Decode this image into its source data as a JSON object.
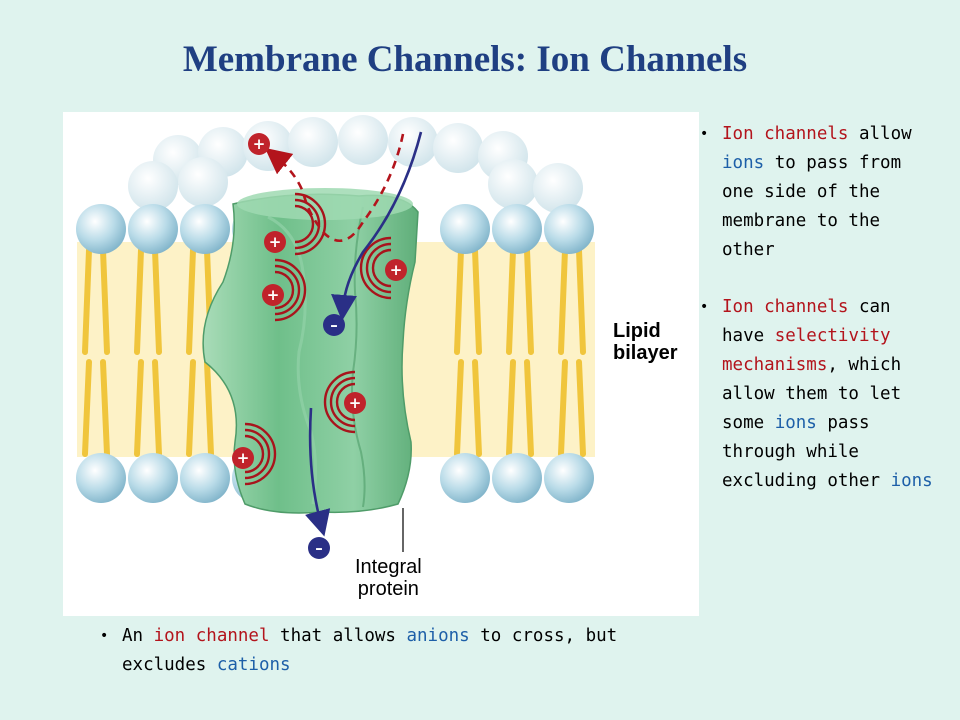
{
  "slide": {
    "title": "Membrane Channels: Ion Channels"
  },
  "figure": {
    "lipid_label_line1": "Lipid",
    "lipid_label_line2": "bilayer",
    "protein_label_line1": "Integral",
    "protein_label_line2": "protein",
    "cation_symbol": "+",
    "anion_symbol": "–"
  },
  "bullets": [
    {
      "segments": [
        {
          "text": "Ion channels",
          "color": "red"
        },
        {
          "text": " allow ",
          "color": "black"
        },
        {
          "text": "ions",
          "color": "blue"
        },
        {
          "text": " to pass from one side of the membrane to the other",
          "color": "black"
        }
      ]
    },
    {
      "segments": [
        {
          "text": "Ion channels",
          "color": "red"
        },
        {
          "text": " can have ",
          "color": "black"
        },
        {
          "text": "selectivity mechanisms",
          "color": "red"
        },
        {
          "text": ", which allow them to let some ",
          "color": "black"
        },
        {
          "text": "ions",
          "color": "blue"
        },
        {
          "text": " pass through while excluding other ",
          "color": "black"
        },
        {
          "text": "ions",
          "color": "blue"
        }
      ]
    }
  ],
  "caption": {
    "segments": [
      {
        "text": "An ",
        "color": "black"
      },
      {
        "text": "ion channel",
        "color": "red"
      },
      {
        "text": " that allows ",
        "color": "black"
      },
      {
        "text": "anions",
        "color": "blue"
      },
      {
        "text": " to cross, but excludes ",
        "color": "black"
      },
      {
        "text": "cations",
        "color": "blue"
      }
    ]
  },
  "colors": {
    "title": "#1f3f82",
    "red": "#b3141c",
    "blue": "#1d5fa8",
    "background": "#dff3ee",
    "lipid_head": "#a9cfe0",
    "lipid_tail": "#f2c53a",
    "protein": "#7fc79a",
    "cation": "#c0232b",
    "anion": "#2a2f86"
  }
}
